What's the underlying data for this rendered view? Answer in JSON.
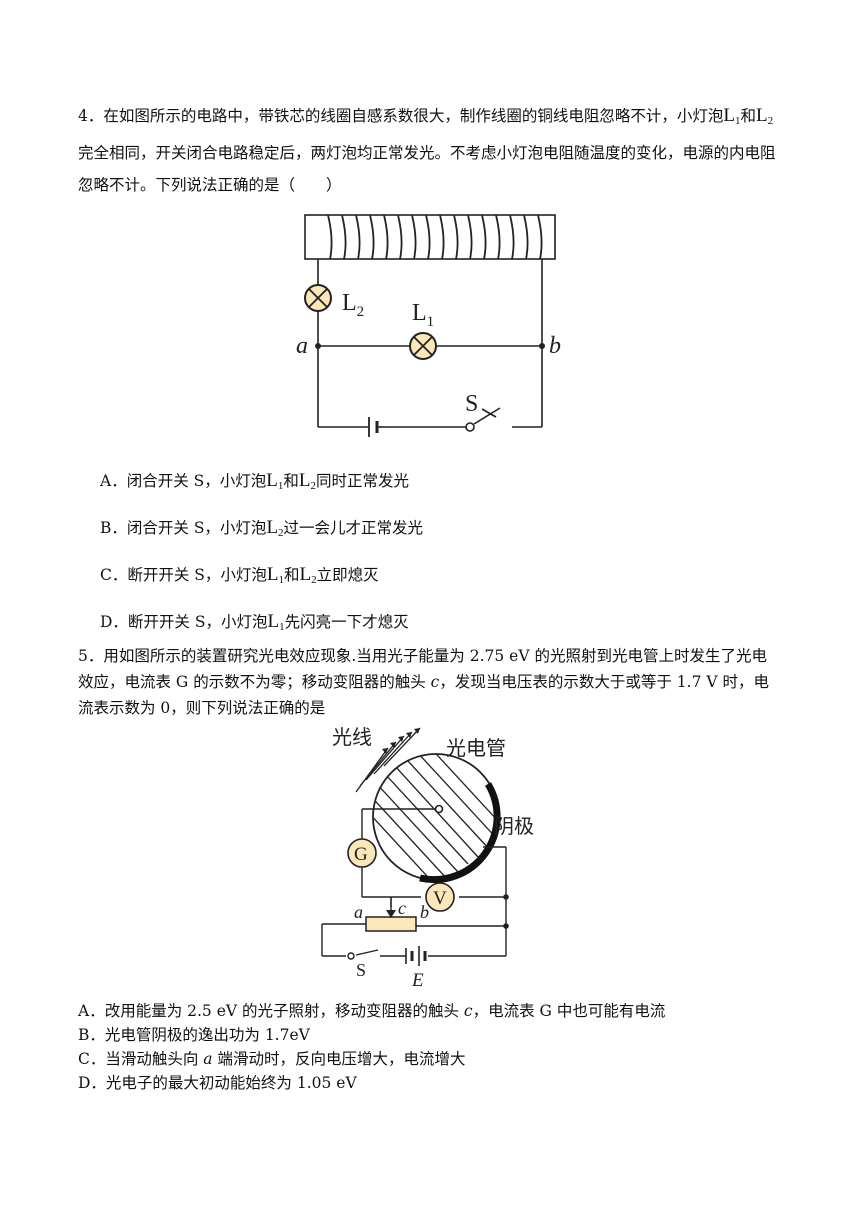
{
  "q4": {
    "number": "4．",
    "stem_part1": "在如图所示的电路中，带铁芯的线圈自感系数很大，制作线圈的铜线电阻忽略不计，小灯泡",
    "L1": "L",
    "L1_sub": "1",
    "and": "和",
    "L2": "L",
    "L2_sub": "2",
    "stem_part2": "完全相同，开关闭合电路稳定后，两灯泡均正常发光。不考虑小灯泡电阻随温度的变化，电源的内电阻忽略不计。下列说法正确的是（　　）",
    "figure": {
      "label_L2": "L",
      "label_L2_sub": "2",
      "label_L1": "L",
      "label_L1_sub": "1",
      "label_a": "a",
      "label_b": "b",
      "label_S": "S"
    },
    "options": {
      "A": {
        "prefix": "A．闭合开关 S，小灯泡",
        "mid": "和",
        "suffix": "同时正常发光"
      },
      "B": {
        "prefix": "B．闭合开关 S，小灯泡",
        "suffix": "过一会儿才正常发光"
      },
      "C": {
        "prefix": "C．断开开关 S，小灯泡",
        "mid": "和",
        "suffix": "立即熄灭"
      },
      "D": {
        "prefix": "D．断开开关 S，小灯泡",
        "suffix": "先闪亮一下才熄灭"
      }
    }
  },
  "q5": {
    "number": "5．",
    "stem_a": "用如图所示的装置研究光电效应现象.当用光子能量为 2.75 eV 的光照射到光电管上时发生了光电效应，电流表 G 的示数不为零；移动变阻器的触头 ",
    "stem_c": "c",
    "stem_b": "，发现当电压表的示数大于或等于 1.7 V 时，电流表示数为 0，则下列说法正确的是",
    "figure": {
      "label_light": "光线",
      "label_tube": "光电管",
      "label_cathode": "阴极",
      "label_G": "G",
      "label_V": "V",
      "label_a": "a",
      "label_b": "b",
      "label_c": "c",
      "label_S": "S",
      "label_E": "E"
    },
    "options": {
      "A": {
        "prefix": "A．改用能量为 2.5 eV 的光子照射，移动变阻器的触头 ",
        "var": "c",
        "suffix": "，电流表 G 中也可能有电流"
      },
      "B": {
        "text": "B．光电管阴极的逸出功为 1.7eV"
      },
      "C": {
        "prefix": "C．当滑动触头向 ",
        "var": "a",
        "suffix": " 端滑动时，反向电压增大，电流增大"
      },
      "D": {
        "text": "D．光电子的最大初动能始终为 1.05 eV"
      }
    }
  }
}
